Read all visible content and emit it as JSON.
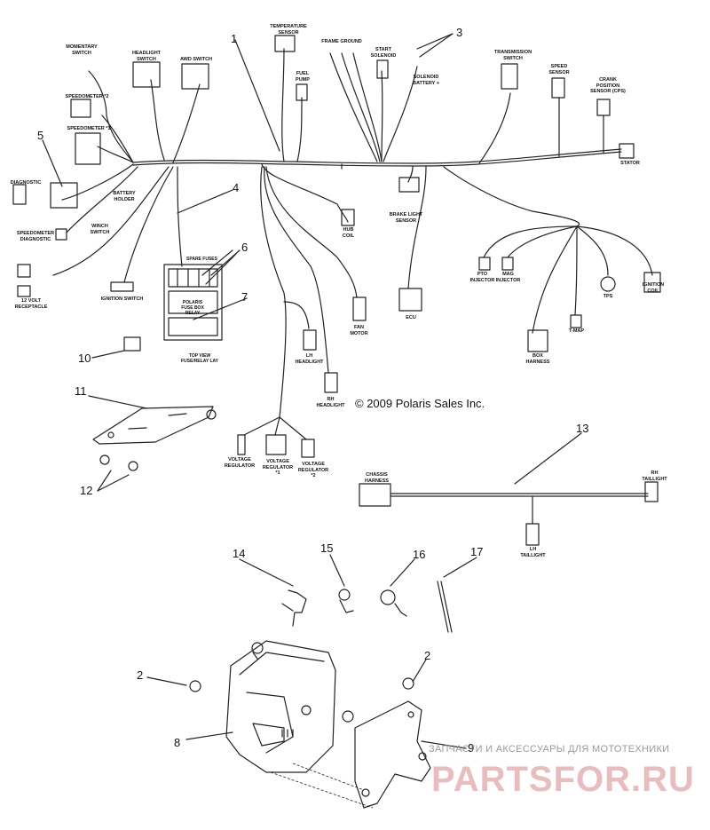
{
  "copyright": "© 2009 Polaris Sales Inc.",
  "watermark": {
    "tagline": "ЗАПЧАСТИ И АКСЕССУАРЫ ДЛЯ МОТОТЕХНИКИ",
    "brand": "PARTSFOR.RU",
    "brand_color": "#e6b2b2"
  },
  "callouts": {
    "c1": "1",
    "c2a": "2",
    "c2b": "2",
    "c3": "3",
    "c4": "4",
    "c5": "5",
    "c6": "6",
    "c7": "7",
    "c8": "8",
    "c9": "9",
    "c10": "10",
    "c11": "11",
    "c12": "12",
    "c13": "13",
    "c14": "14",
    "c15": "15",
    "c16": "16",
    "c17": "17"
  },
  "labels": {
    "momentary_switch": "MOMENTARY\nSWITCH",
    "headlight_switch": "HEADLIGHT\nSWITCH",
    "awd_switch": "AWD SWITCH",
    "temperature_sensor": "TEMPERATURE\nSENSOR",
    "fuel_pump": "FUEL\nPUMP",
    "frame_ground": "FRAME GROUND",
    "start_solenoid": "START\nSOLENOID",
    "solenoid_battery": "SOLENOID\nBATTERY +",
    "transmission_switch": "TRANSMISSION\nSWITCH",
    "speed_sensor": "SPEED\nSENSOR",
    "crank_position_sensor": "CRANK\nPOSITION\nSENSOR (CPS)",
    "stator": "STATOR",
    "speedometer_2": "SPEEDOMETER *2",
    "speedometer_1": "SPEEDOMETER *1",
    "diagnostic": "DIAGNOSTIC",
    "battery_holder": "BATTERY\nHOLDER",
    "speedometer_diagnostic": "SPEEDOMETER\nDIAGNOSTIC",
    "winch_switch": "WINCH\nSWITCH",
    "receptacle_12v": "12 VOLT\nRECEPTACLE",
    "ignition_switch": "IGNITION SWITCH",
    "brake_light_sensor": "BRAKE LIGHT\nSENSOR",
    "hub_coil": "HUB\nCOIL",
    "pto_injector": "PTO\nINJECTOR",
    "mag_injector": "MAG\nINJECTOR",
    "tps": "TPS",
    "ignition_coil": "IGNITION\nCOIL",
    "fan_motor": "FAN\nMOTOR",
    "ecu": "ECU",
    "tmap": "T-MAP",
    "box_harness": "BOX\nHARNESS",
    "lh_headlight": "LH\nHEADLIGHT",
    "rh_headlight": "RH\nHEADLIGHT",
    "voltage_regulator": "VOLTAGE\nREGULATOR",
    "voltage_regulator_1": "VOLTAGE\nREGULATOR\n*1",
    "voltage_regulator_2": "VOLTAGE\nREGULATOR\n*2",
    "spare_fuses": "SPARE FUSES",
    "fuse_box_text": "POLARIS\nFUSE BOX\nRELAY",
    "top_view": "TOP VIEW\nFUSE/RELAY LAY",
    "chassis_harness": "CHASSIS\nHARNESS",
    "rh_taillight": "RH\nTAILLIGHT",
    "lh_taillight": "LH\nTAILLIGHT"
  }
}
